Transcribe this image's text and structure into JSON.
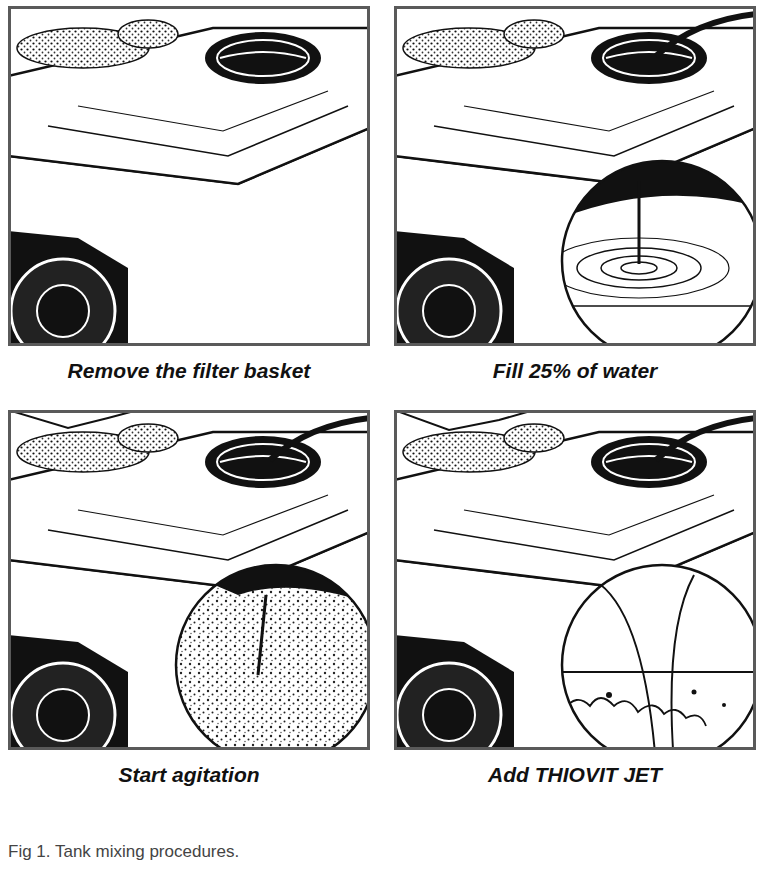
{
  "diagram": {
    "caption": "Fig 1. Tank mixing procedures.",
    "nodes": [
      {
        "text": [
          "Remove the filter basket"
        ]
      },
      {
        "text": [
          "Fill 25% of water"
        ]
      },
      {
        "text": [
          "Start agitation"
        ]
      },
      {
        "text": [
          "Add THIOVIT JET"
        ]
      }
    ]
  }
}
